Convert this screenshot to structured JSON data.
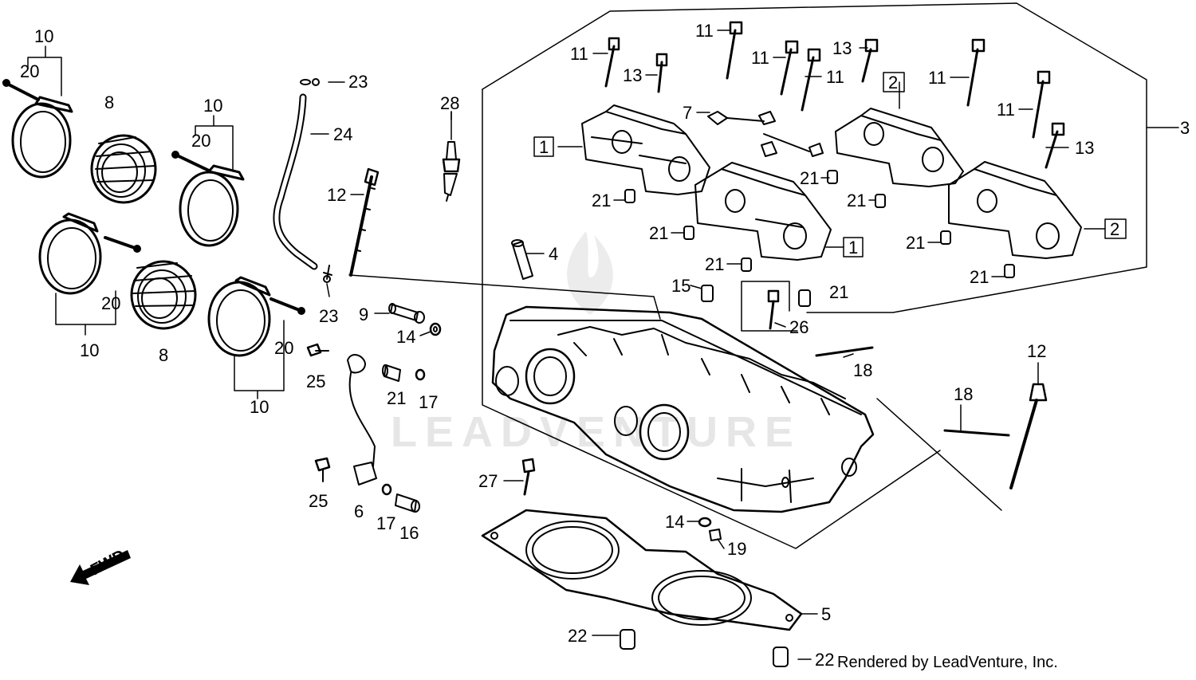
{
  "callouts": [
    {
      "id": "c10a",
      "text": "10"
    },
    {
      "id": "c20a",
      "text": "20"
    },
    {
      "id": "c8a",
      "text": "8"
    },
    {
      "id": "c10b",
      "text": "10"
    },
    {
      "id": "c20b",
      "text": "20"
    },
    {
      "id": "c10c",
      "text": "10"
    },
    {
      "id": "c20c",
      "text": "20"
    },
    {
      "id": "c8b",
      "text": "8"
    },
    {
      "id": "c10d",
      "text": "10"
    },
    {
      "id": "c20d",
      "text": "20"
    },
    {
      "id": "c25a",
      "text": "25"
    },
    {
      "id": "c25b",
      "text": "25"
    },
    {
      "id": "c6",
      "text": "6"
    },
    {
      "id": "c17a",
      "text": "17"
    },
    {
      "id": "c16",
      "text": "16"
    },
    {
      "id": "c23a",
      "text": "23"
    },
    {
      "id": "c24",
      "text": "24"
    },
    {
      "id": "c23b",
      "text": "23"
    },
    {
      "id": "c12a",
      "text": "12"
    },
    {
      "id": "c28",
      "text": "28"
    },
    {
      "id": "c9",
      "text": "9"
    },
    {
      "id": "c14a",
      "text": "14"
    },
    {
      "id": "c21a",
      "text": "21"
    },
    {
      "id": "c17b",
      "text": "17"
    },
    {
      "id": "c4",
      "text": "4"
    },
    {
      "id": "c11a",
      "text": "11"
    },
    {
      "id": "c13a",
      "text": "13"
    },
    {
      "id": "c11b",
      "text": "11"
    },
    {
      "id": "c11c",
      "text": "11"
    },
    {
      "id": "c11d",
      "text": "11"
    },
    {
      "id": "c13b",
      "text": "13"
    },
    {
      "id": "c11e",
      "text": "11"
    },
    {
      "id": "c11f",
      "text": "11"
    },
    {
      "id": "c13c",
      "text": "13"
    },
    {
      "id": "c7",
      "text": "7"
    },
    {
      "id": "c3",
      "text": "3"
    },
    {
      "id": "c1a",
      "text": "1"
    },
    {
      "id": "c1b",
      "text": "1"
    },
    {
      "id": "c2a",
      "text": "2"
    },
    {
      "id": "c2b",
      "text": "2"
    },
    {
      "id": "c21b",
      "text": "21"
    },
    {
      "id": "c21c",
      "text": "21"
    },
    {
      "id": "c21d",
      "text": "21"
    },
    {
      "id": "c21e",
      "text": "21"
    },
    {
      "id": "c21f",
      "text": "21"
    },
    {
      "id": "c21g",
      "text": "21"
    },
    {
      "id": "c21h",
      "text": "21"
    },
    {
      "id": "c21i",
      "text": "21"
    },
    {
      "id": "c15",
      "text": "15"
    },
    {
      "id": "c26",
      "text": "26"
    },
    {
      "id": "c18a",
      "text": "18"
    },
    {
      "id": "c18b",
      "text": "18"
    },
    {
      "id": "c12b",
      "text": "12"
    },
    {
      "id": "c27",
      "text": "27"
    },
    {
      "id": "c14b",
      "text": "14"
    },
    {
      "id": "c19",
      "text": "19"
    },
    {
      "id": "c5",
      "text": "5"
    },
    {
      "id": "c22a",
      "text": "22"
    },
    {
      "id": "c22b",
      "text": "22"
    }
  ],
  "fwd_label": "FWD",
  "credit": "Rendered by LeadVenture, Inc.",
  "watermark": "LEADVENTURE"
}
